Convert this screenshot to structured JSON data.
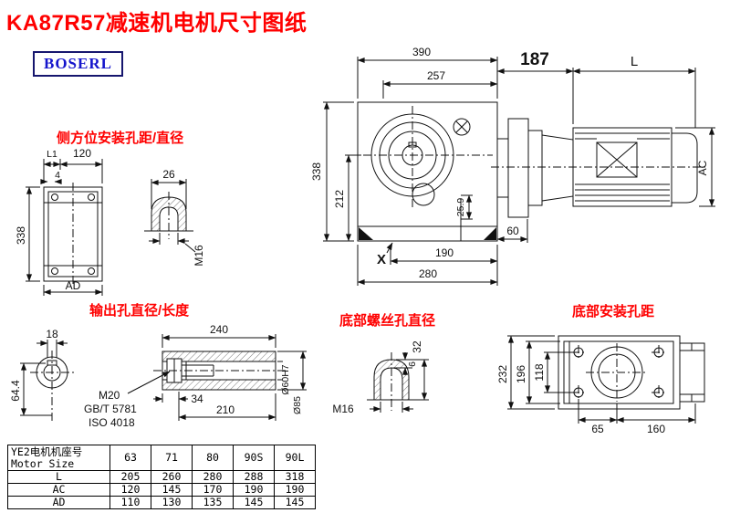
{
  "colors": {
    "title_red": "#ff0000",
    "label_red": "#ff0000",
    "logo_blue": "#1515cc",
    "line_black": "#111111"
  },
  "title": "KA87R57减速机电机尺寸图纸",
  "logo_text": "BOSERL",
  "main_view": {
    "dim_390": "390",
    "dim_257": "257",
    "dim_187": "187",
    "dim_L": "L",
    "dim_338": "338",
    "dim_212": "212",
    "dim_AC": "AC",
    "dim_25_9": "25.9",
    "dim_60": "60",
    "dim_190": "190",
    "dim_280": "280",
    "dim_X": "X"
  },
  "side_view": {
    "label": "侧方位安装孔距/直径",
    "dim_L1": "L1",
    "dim_120": "120",
    "dim_4": "4",
    "dim_338": "338",
    "dim_AD": "AD",
    "dim_26": "26",
    "dim_M16": "M16"
  },
  "output_view": {
    "label": "输出孔直径/长度",
    "dim_18": "18",
    "dim_64_4": "64.4",
    "dim_240": "240",
    "dim_M20": "M20",
    "dim_GB": "GB/T 5781",
    "dim_ISO": "ISO 4018",
    "dim_34": "34",
    "dim_210": "210",
    "dim_60H7": "Ø60H7",
    "dim_85": "Ø85"
  },
  "screw_view": {
    "label": "底部螺丝孔直径",
    "dim_32": "32",
    "dim_6": "6",
    "dim_M16": "M16"
  },
  "mount_view": {
    "label": "底部安装孔距",
    "dim_232": "232",
    "dim_196": "196",
    "dim_118": "118",
    "dim_65": "65",
    "dim_160": "160"
  },
  "table": {
    "header_cn": "YE2电机机座号",
    "header_en": "Motor Size",
    "sizes": [
      "63",
      "71",
      "80",
      "90S",
      "90L"
    ],
    "rows": [
      {
        "label": "L",
        "values": [
          "205",
          "260",
          "280",
          "288",
          "318"
        ]
      },
      {
        "label": "AC",
        "values": [
          "120",
          "145",
          "170",
          "190",
          "190"
        ]
      },
      {
        "label": "AD",
        "values": [
          "110",
          "130",
          "135",
          "145",
          "145"
        ]
      }
    ]
  }
}
